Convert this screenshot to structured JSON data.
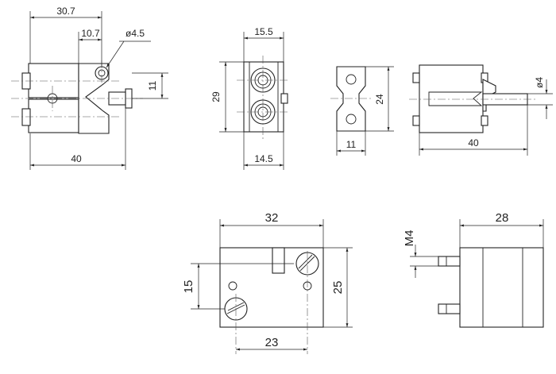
{
  "diagram": {
    "dimensions": {
      "front_overall_top": "30.7",
      "front_offset_top": "10.7",
      "front_hole_dia": "ø4.5",
      "front_pin_spacing": "11",
      "front_overall_length": "40",
      "end_top_width": "15.5",
      "end_height": "29",
      "end_bottom_width": "14.5",
      "socket_height": "24",
      "socket_width": "11",
      "side_pin_dia": "ø4",
      "side_length": "40",
      "bottom_width": "32",
      "bottom_screw_offset": "15",
      "bottom_height": "25",
      "bottom_screw_spacing": "23",
      "right_thread": "M4",
      "right_width": "28"
    }
  }
}
